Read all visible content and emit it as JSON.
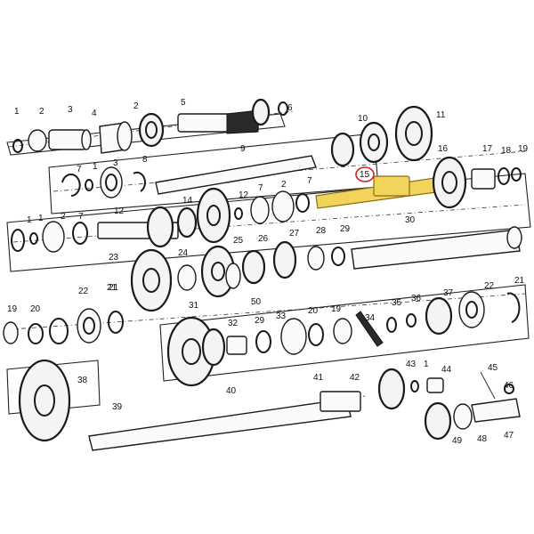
{
  "diagram": {
    "highlight_color": "#f2d35c",
    "marker_color": "#d21f1f",
    "highlighted_part": "15",
    "labels": [
      "1",
      "2",
      "3",
      "4",
      "2",
      "5",
      "6",
      "9",
      "7",
      "1",
      "3",
      "8",
      "10",
      "11",
      "12",
      "16",
      "17",
      "18",
      "19",
      "15",
      "14",
      "12",
      "7",
      "2",
      "7",
      "1",
      "1",
      "7",
      "2",
      "30",
      "25",
      "26",
      "27",
      "28",
      "29",
      "24",
      "23",
      "21",
      "22",
      "21",
      "31",
      "32",
      "29",
      "33",
      "20",
      "19",
      "34",
      "35",
      "36",
      "37",
      "22",
      "21",
      "19",
      "20",
      "38",
      "40",
      "39",
      "41",
      "42",
      "43",
      "1",
      "44",
      "45",
      "46",
      "47",
      "48",
      "49",
      "50"
    ]
  }
}
